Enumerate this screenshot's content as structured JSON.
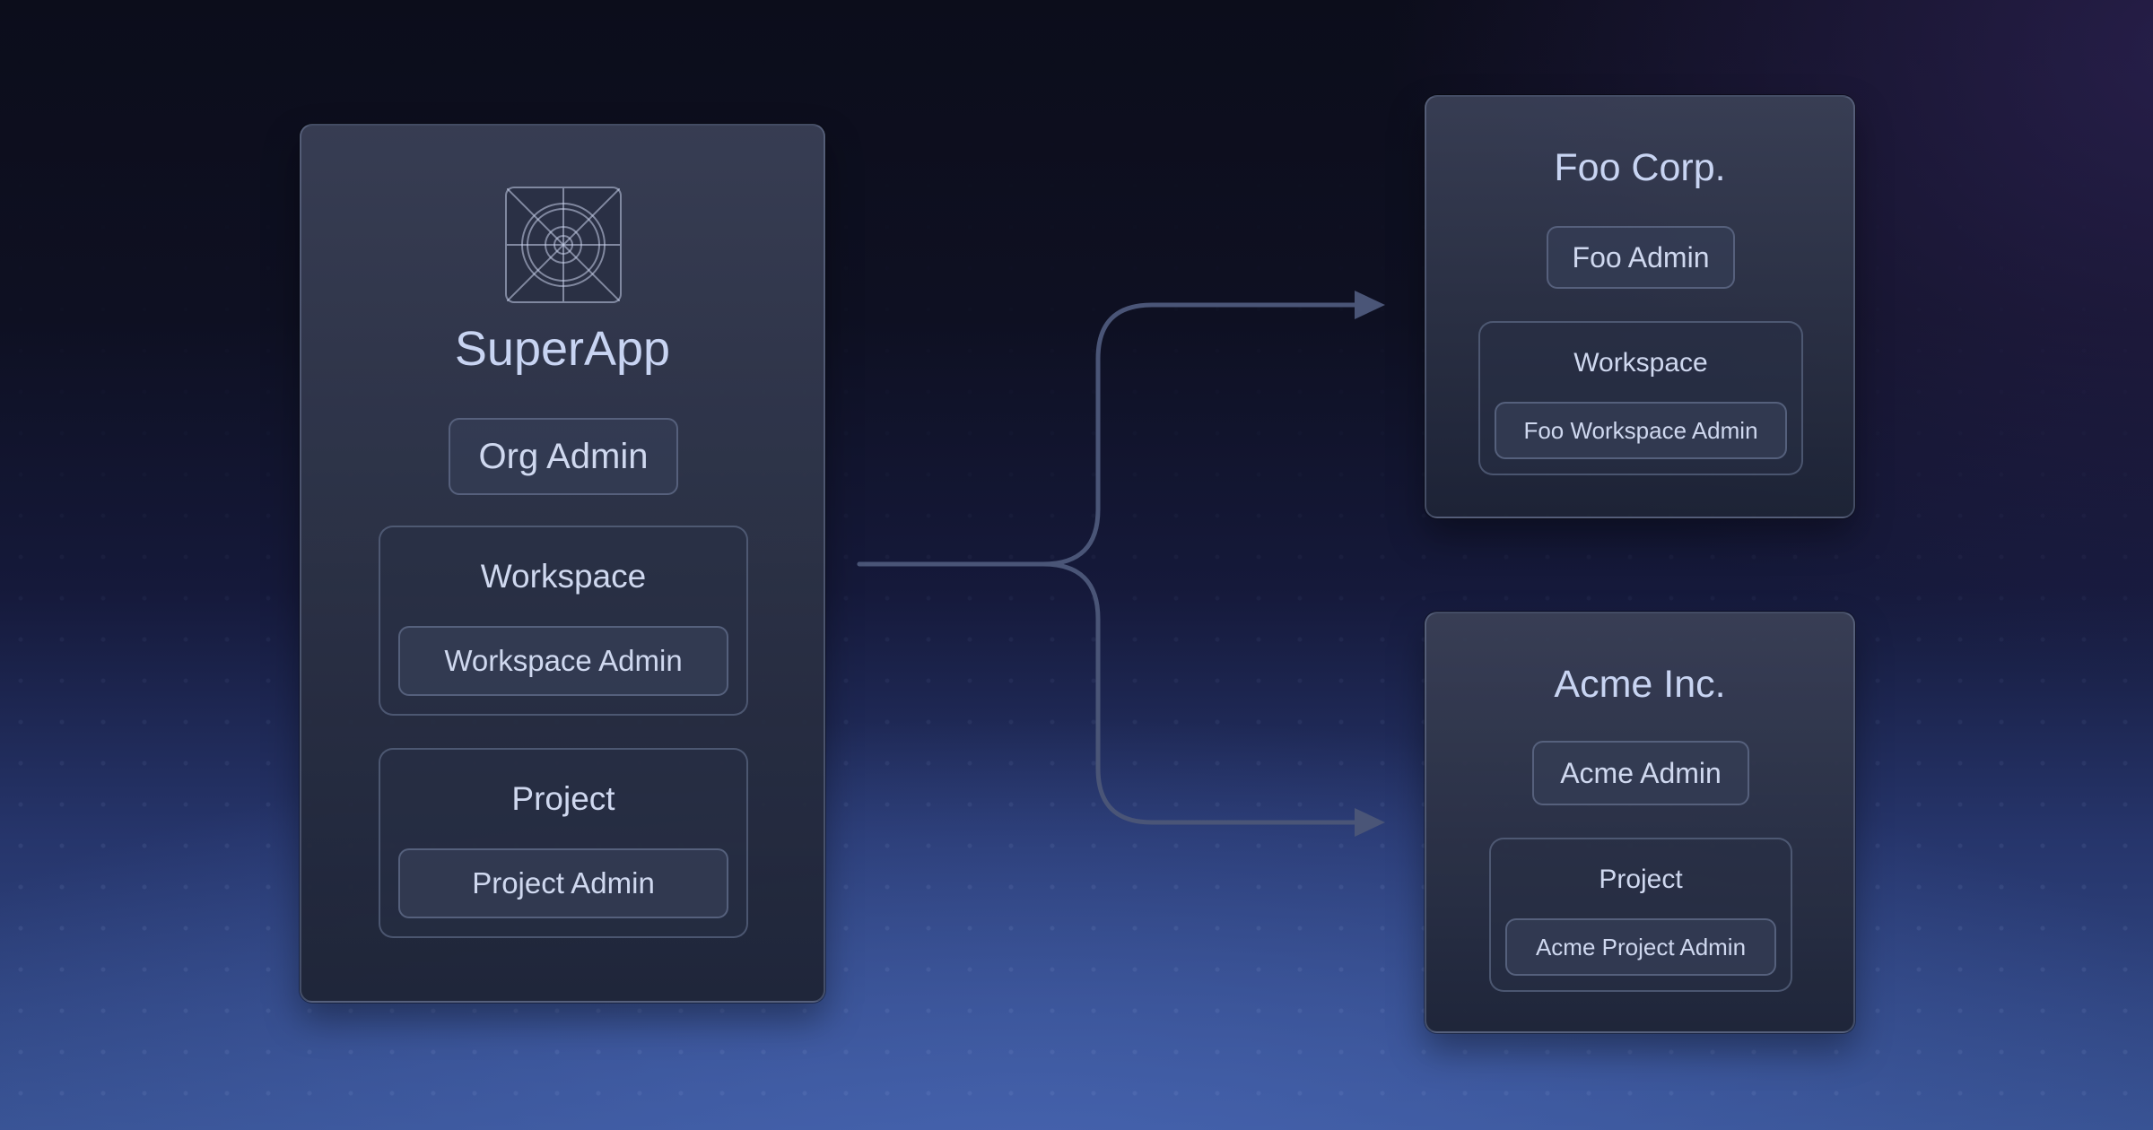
{
  "superapp": {
    "title": "SuperApp",
    "icon": "app-logo-icon",
    "org_admin": "Org Admin",
    "workspace": {
      "label": "Workspace",
      "admin": "Workspace Admin"
    },
    "project": {
      "label": "Project",
      "admin": "Project Admin"
    }
  },
  "foo": {
    "title": "Foo Corp.",
    "admin": "Foo Admin",
    "workspace": {
      "label": "Workspace",
      "admin": "Foo Workspace Admin"
    }
  },
  "acme": {
    "title": "Acme Inc.",
    "admin": "Acme Admin",
    "project": {
      "label": "Project",
      "admin": "Acme Project Admin"
    }
  },
  "connector": {
    "type": "branch",
    "targets": [
      "foo",
      "acme"
    ]
  },
  "colors": {
    "background_top": "#0c0d1b",
    "background_bottom": "#36508f",
    "panel": "#2a3044",
    "connector": "#4a5577",
    "text": "#c8d4f2"
  }
}
